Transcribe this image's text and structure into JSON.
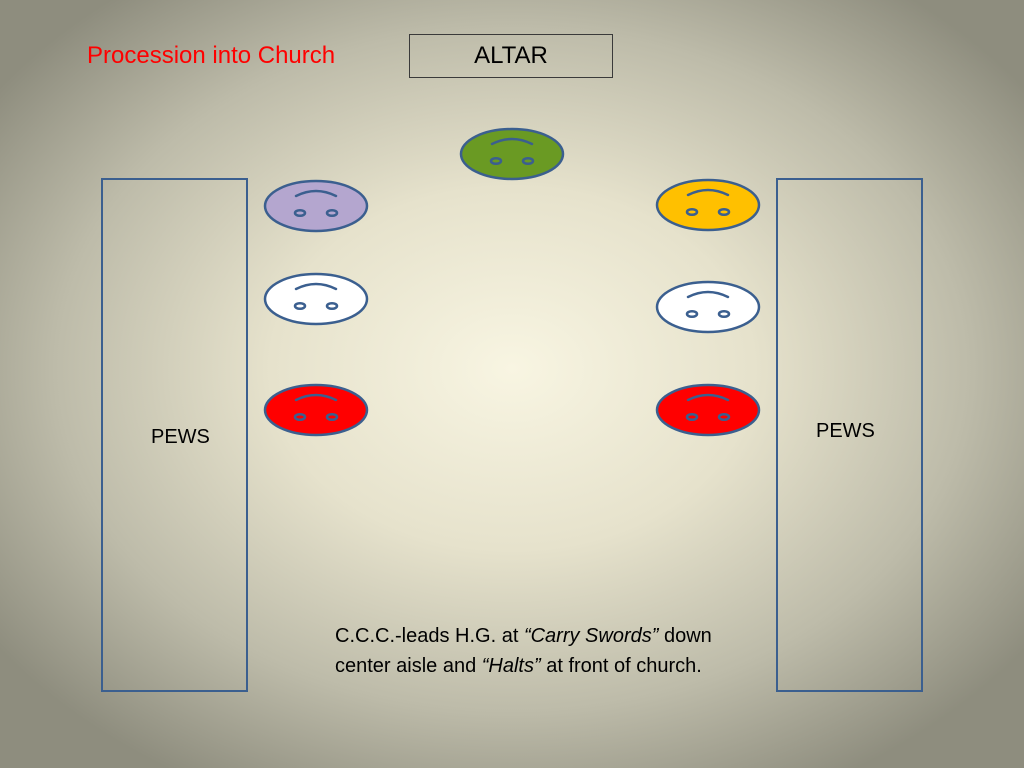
{
  "header": {
    "title": "Procession into Church",
    "altar_label": "ALTAR"
  },
  "pews": {
    "left_label": "PEWS",
    "right_label": "PEWS"
  },
  "figures": [
    {
      "id": "center-green",
      "color": "#6a9a23"
    },
    {
      "id": "left-purple",
      "color": "#b4a6cf"
    },
    {
      "id": "left-white",
      "color": "#ffffff"
    },
    {
      "id": "left-red",
      "color": "#ff0000"
    },
    {
      "id": "right-yellow",
      "color": "#ffc000"
    },
    {
      "id": "right-white",
      "color": "#ffffff"
    },
    {
      "id": "right-red",
      "color": "#ff0000"
    }
  ],
  "outline_color": "#3b5f8f",
  "caption": {
    "part1": "C.C.C.-leads H.G. at ",
    "command1": "“Carry Swords”",
    "part2": " down center aisle and ",
    "command2": "“Halts”",
    "part3": " at front of church."
  }
}
